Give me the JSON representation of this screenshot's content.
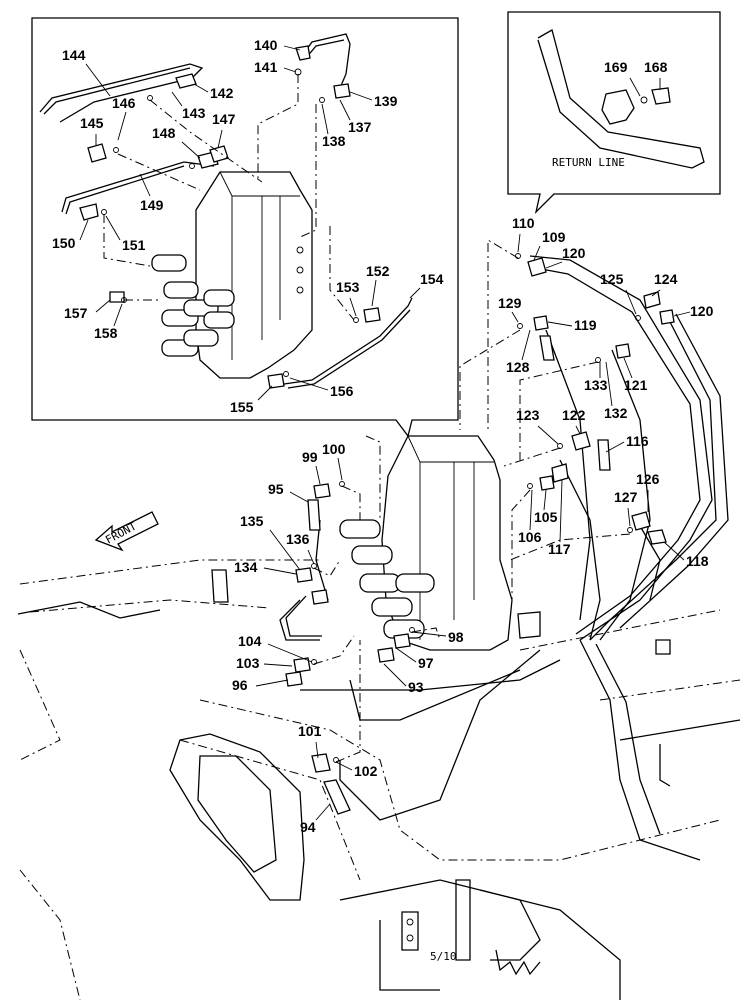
{
  "diagram": {
    "detail_caption": "RETURN LINE",
    "front_label": "FRONT",
    "page_ref": "5/10"
  },
  "parts": [
    {
      "id": "p144",
      "label": "144"
    },
    {
      "id": "p140",
      "label": "140"
    },
    {
      "id": "p141",
      "label": "141"
    },
    {
      "id": "p142",
      "label": "142"
    },
    {
      "id": "p143",
      "label": "143"
    },
    {
      "id": "p146",
      "label": "146"
    },
    {
      "id": "p145",
      "label": "145"
    },
    {
      "id": "p147",
      "label": "147"
    },
    {
      "id": "p148",
      "label": "148"
    },
    {
      "id": "p139",
      "label": "139"
    },
    {
      "id": "p137",
      "label": "137"
    },
    {
      "id": "p138",
      "label": "138"
    },
    {
      "id": "p149",
      "label": "149"
    },
    {
      "id": "p150",
      "label": "150"
    },
    {
      "id": "p151",
      "label": "151"
    },
    {
      "id": "p152",
      "label": "152"
    },
    {
      "id": "p154",
      "label": "154"
    },
    {
      "id": "p153",
      "label": "153"
    },
    {
      "id": "p157",
      "label": "157"
    },
    {
      "id": "p158",
      "label": "158"
    },
    {
      "id": "p155",
      "label": "155"
    },
    {
      "id": "p156",
      "label": "156"
    },
    {
      "id": "p169",
      "label": "169"
    },
    {
      "id": "p168",
      "label": "168"
    },
    {
      "id": "p110",
      "label": "110"
    },
    {
      "id": "p109",
      "label": "109"
    },
    {
      "id": "p120a",
      "label": "120"
    },
    {
      "id": "p125",
      "label": "125"
    },
    {
      "id": "p124",
      "label": "124"
    },
    {
      "id": "p120b",
      "label": "120"
    },
    {
      "id": "p129",
      "label": "129"
    },
    {
      "id": "p119",
      "label": "119"
    },
    {
      "id": "p128",
      "label": "128"
    },
    {
      "id": "p133",
      "label": "133"
    },
    {
      "id": "p121",
      "label": "121"
    },
    {
      "id": "p132",
      "label": "132"
    },
    {
      "id": "p123",
      "label": "123"
    },
    {
      "id": "p122",
      "label": "122"
    },
    {
      "id": "p116",
      "label": "116"
    },
    {
      "id": "p99",
      "label": "99"
    },
    {
      "id": "p100",
      "label": "100"
    },
    {
      "id": "p95",
      "label": "95"
    },
    {
      "id": "p105",
      "label": "105"
    },
    {
      "id": "p106",
      "label": "106"
    },
    {
      "id": "p117",
      "label": "117"
    },
    {
      "id": "p126",
      "label": "126"
    },
    {
      "id": "p127",
      "label": "127"
    },
    {
      "id": "p118",
      "label": "118"
    },
    {
      "id": "p135",
      "label": "135"
    },
    {
      "id": "p136",
      "label": "136"
    },
    {
      "id": "p134",
      "label": "134"
    },
    {
      "id": "p98",
      "label": "98"
    },
    {
      "id": "p104",
      "label": "104"
    },
    {
      "id": "p103",
      "label": "103"
    },
    {
      "id": "p97",
      "label": "97"
    },
    {
      "id": "p96",
      "label": "96"
    },
    {
      "id": "p93",
      "label": "93"
    },
    {
      "id": "p101",
      "label": "101"
    },
    {
      "id": "p102",
      "label": "102"
    },
    {
      "id": "p94",
      "label": "94"
    }
  ]
}
